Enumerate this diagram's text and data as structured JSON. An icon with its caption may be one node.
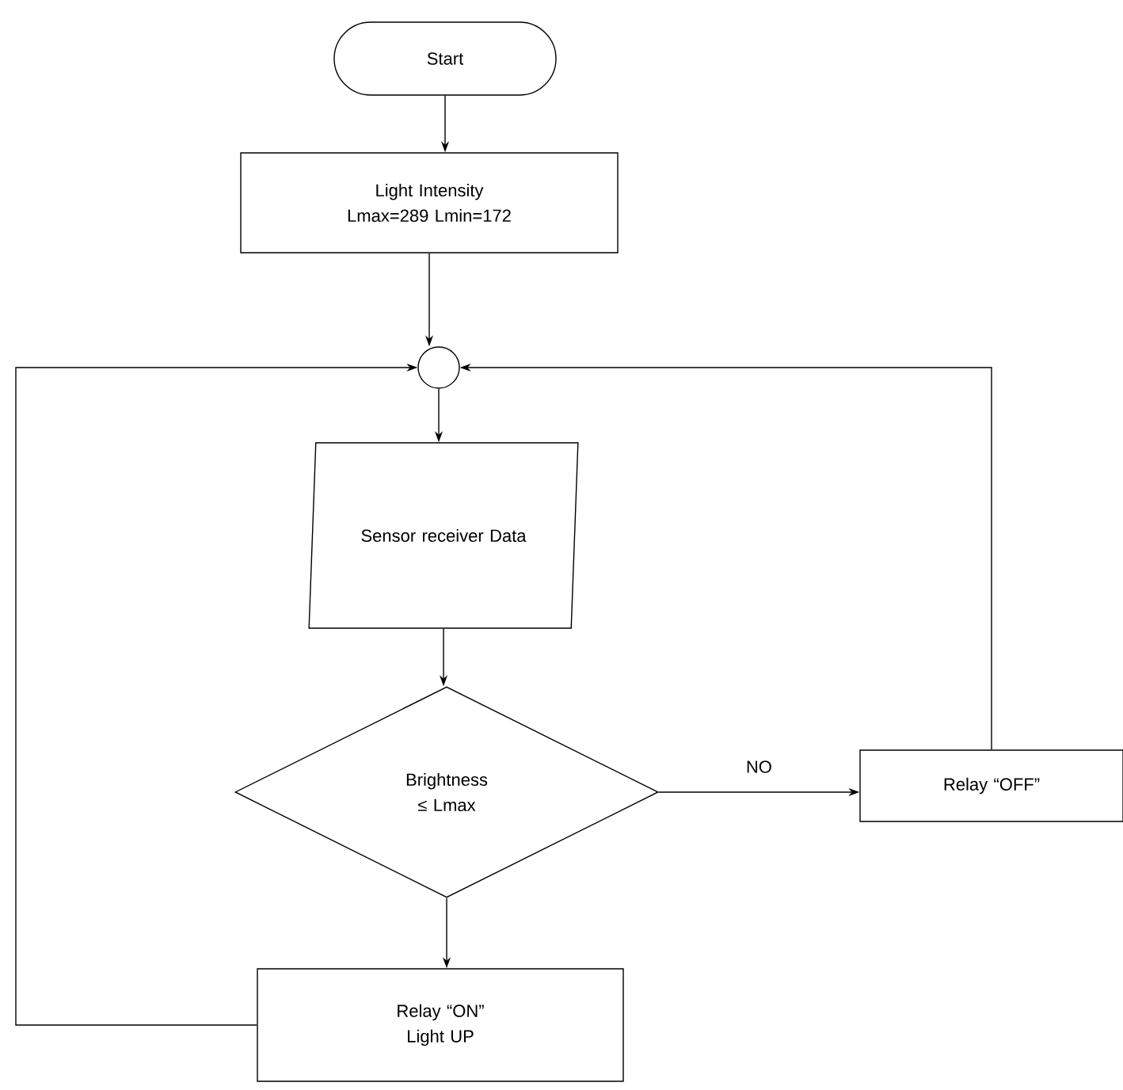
{
  "diagram": {
    "nodes": [
      {
        "text": [
          "Start"
        ]
      },
      {
        "text": [
          "Light Intensity",
          "Lmax=289   Lmin=172"
        ]
      },
      {
        "text": [],
        "shape": "circle"
      },
      {
        "text": [
          "Sensor receiver Data"
        ]
      },
      {
        "text": [
          "Brightness ≤ Lmax"
        ]
      },
      {
        "text": [
          "Relay “OFF”"
        ]
      },
      {
        "text": [
          "Relay “ON”",
          "Light UP"
        ]
      }
    ],
    "edges": [
      {
        "from": 0,
        "to": 1,
        "arrow": "to"
      },
      {
        "from": 1,
        "to": 2,
        "arrow": "to"
      },
      {
        "from": 2,
        "to": 3,
        "arrow": "to"
      },
      {
        "from": 3,
        "to": 4,
        "arrow": "to"
      },
      {
        "from": 4,
        "to": 5,
        "arrow": "to",
        "label": "NO"
      },
      {
        "from": 5,
        "to": 2,
        "arrow": "to"
      },
      {
        "from": 4,
        "to": 6,
        "arrow": "to"
      },
      {
        "from": 6,
        "to": 2,
        "arrow": "to"
      }
    ]
  }
}
